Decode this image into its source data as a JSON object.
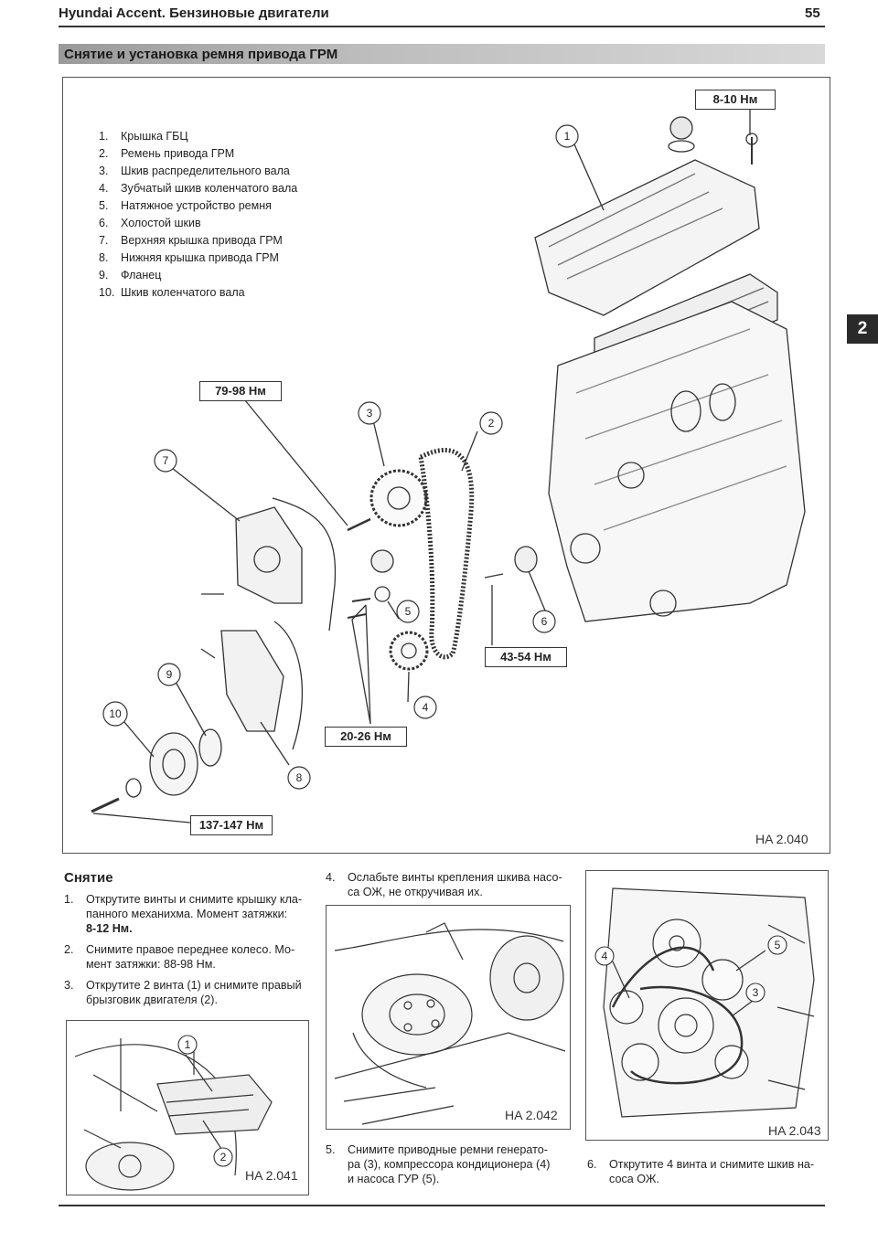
{
  "header": {
    "title": "Hyundai Accent. Бензиновые двигатели",
    "page": "55"
  },
  "section": {
    "title": "Снятие и установка ремня привода ГРМ",
    "tab": "2"
  },
  "main_figure": {
    "legend": [
      {
        "n": "1.",
        "label": "Крышка ГБЦ"
      },
      {
        "n": "2.",
        "label": "Ремень привода ГРМ"
      },
      {
        "n": "3.",
        "label": "Шкив распределительного вала"
      },
      {
        "n": "4.",
        "label": "Зубчатый шкив коленчатого вала"
      },
      {
        "n": "5.",
        "label": "Натяжное устройство ремня"
      },
      {
        "n": "6.",
        "label": "Холостой шкив"
      },
      {
        "n": "7.",
        "label": "Верхняя крышка привода ГРМ"
      },
      {
        "n": "8.",
        "label": "Нижняя крышка привода ГРМ"
      },
      {
        "n": "9.",
        "label": "Фланец"
      },
      {
        "n": "10.",
        "label": "Шкив коленчатого вала"
      }
    ],
    "torques": {
      "t1": "8-10 Нм",
      "t2": "79-98 Нм",
      "t3": "43-54 Нм",
      "t4": "20-26 Нм",
      "t5": "137-147 Нм"
    },
    "callouts": [
      "1",
      "2",
      "3",
      "4",
      "5",
      "6",
      "7",
      "8",
      "9",
      "10"
    ],
    "code": "HA 2.040"
  },
  "removal": {
    "heading": "Снятие",
    "steps": [
      {
        "n": "1.",
        "a": "Открутите винты и снимите крышку кла-",
        "b": "панного механихма. Момент затяжки:",
        "c": "8-12 Нм."
      },
      {
        "n": "2.",
        "a": "Снимите правое переднее колесо. Мо-",
        "b": "мент затяжки: 88-98 Нм."
      },
      {
        "n": "3.",
        "a": "Открутите 2 винта (1) и снимите правый",
        "b": "брызговик двигателя (2)."
      },
      {
        "n": "4.",
        "a": "Ослабьте винты крепления шкива насо-",
        "b": "са ОЖ, не откручивая их."
      },
      {
        "n": "5.",
        "a": "Снимите приводные ремни генерато-",
        "b": "ра (3), компрессора кондиционера (4)",
        "c": "и насоса ГУР (5)."
      },
      {
        "n": "6.",
        "a": "Открутите 4 винта и снимите шкив на-",
        "b": "соса ОЖ."
      }
    ]
  },
  "figures": {
    "f041": {
      "code": "HA 2.041",
      "callouts": [
        "1",
        "2"
      ]
    },
    "f042": {
      "code": "HA 2.042"
    },
    "f043": {
      "code": "HA 2.043",
      "callouts": [
        "3",
        "4",
        "5"
      ]
    }
  }
}
